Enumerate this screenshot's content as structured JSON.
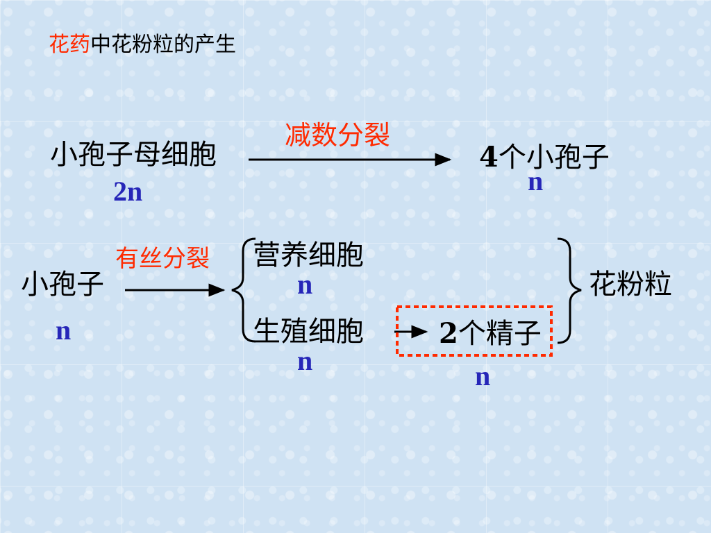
{
  "title": {
    "highlight": "花药",
    "rest": "中花粉粒的产生"
  },
  "row1": {
    "source": "小孢子母细胞",
    "source_ploidy": "2n",
    "process": "减数分裂",
    "result_count": "4",
    "result_name": "个小孢子",
    "result_ploidy": "n"
  },
  "row2": {
    "source": "小孢子",
    "source_ploidy": "n",
    "process": "有丝分裂",
    "branch_top": "营养细胞",
    "branch_top_ploidy": "n",
    "branch_bottom": "生殖细胞",
    "branch_bottom_ploidy": "n",
    "sperm_count": "2",
    "sperm_name": "个精子",
    "sperm_ploidy": "n",
    "final": "花粉粒"
  },
  "colors": {
    "highlight": "#ff2a00",
    "ploidy": "#2626b8",
    "text": "#000000"
  }
}
